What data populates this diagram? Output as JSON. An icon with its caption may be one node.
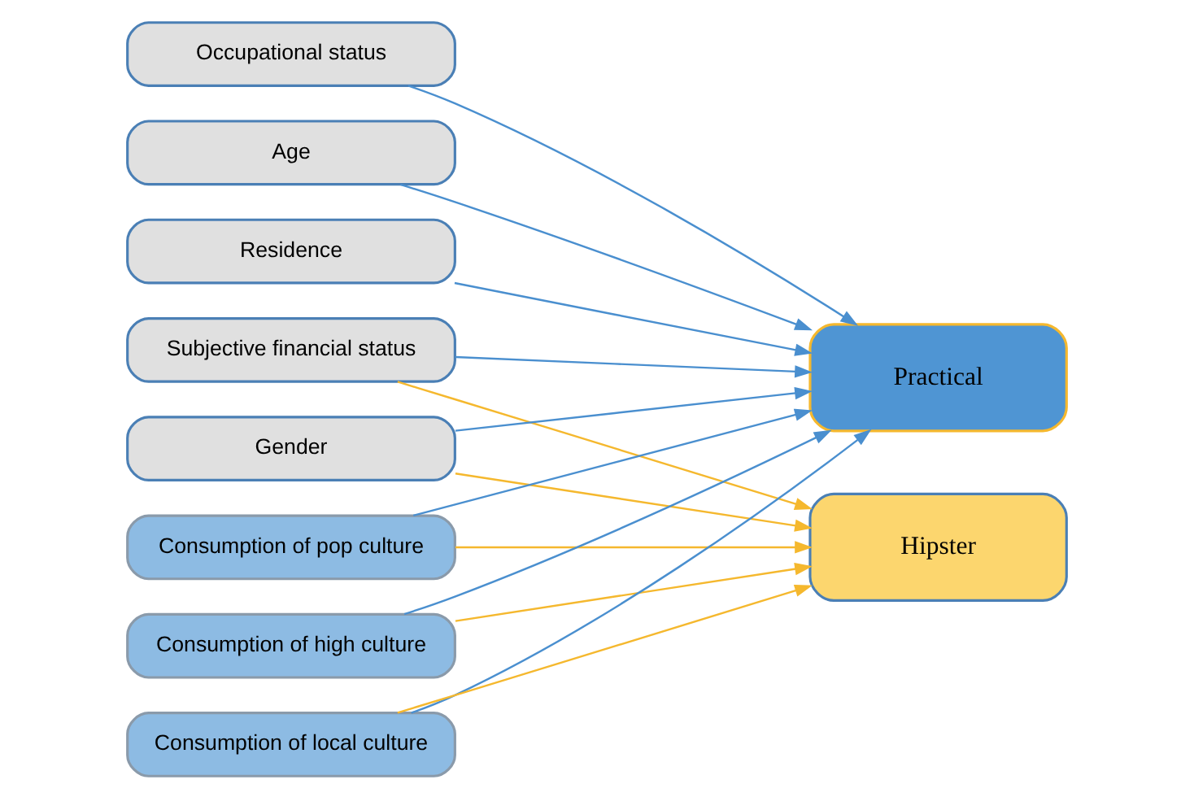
{
  "diagram": {
    "nodes": [
      {
        "text": [
          "Occupational status"
        ]
      },
      {
        "text": [
          "Age"
        ]
      },
      {
        "text": [
          "Residence"
        ]
      },
      {
        "text": [
          "Subjective financial status"
        ]
      },
      {
        "text": [
          "Gender"
        ]
      },
      {
        "text": [
          "Consumption of pop culture"
        ]
      },
      {
        "text": [
          "Consumption of high culture"
        ]
      },
      {
        "text": [
          "Consumption of local culture"
        ]
      },
      {
        "text": [
          "Practical"
        ]
      },
      {
        "text": [
          "Hipster"
        ]
      }
    ],
    "edges": [
      {
        "from": 0,
        "to": 8,
        "arrow": "to"
      },
      {
        "from": 1,
        "to": 8,
        "arrow": "to"
      },
      {
        "from": 2,
        "to": 8,
        "arrow": "to"
      },
      {
        "from": 3,
        "to": 8,
        "arrow": "to"
      },
      {
        "from": 3,
        "to": 9,
        "arrow": "to",
        "color": "#f5b82e"
      },
      {
        "from": 4,
        "to": 8,
        "arrow": "to"
      },
      {
        "from": 4,
        "to": 9,
        "arrow": "to",
        "color": "#f5b82e"
      },
      {
        "from": 5,
        "to": 8,
        "arrow": "to"
      },
      {
        "from": 5,
        "to": 9,
        "arrow": "to",
        "color": "#f5b82e"
      },
      {
        "from": 6,
        "to": 8,
        "arrow": "to"
      },
      {
        "from": 6,
        "to": 9,
        "arrow": "to",
        "color": "#f5b82e"
      },
      {
        "from": 7,
        "to": 8,
        "arrow": "to"
      },
      {
        "from": 7,
        "to": 9,
        "arrow": "to",
        "color": "#f5b82e"
      }
    ]
  }
}
